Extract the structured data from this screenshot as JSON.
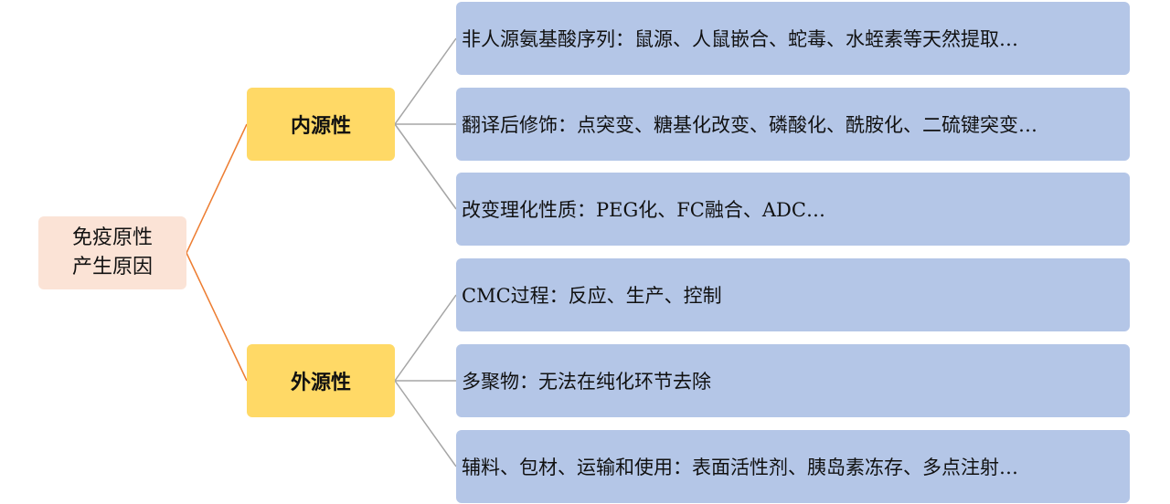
{
  "root": {
    "line1": "免疫原性",
    "line2": "产生原因"
  },
  "categories": [
    {
      "label": "内源性",
      "items": [
        "非人源氨基酸序列：鼠源、人鼠嵌合、蛇毒、水蛭素等天然提取…",
        "翻译后修饰：点突变、糖基化改变、磷酸化、酰胺化、二硫键突变…",
        "改变理化性质：PEG化、FC融合、ADC…"
      ]
    },
    {
      "label": "外源性",
      "items": [
        "CMC过程：反应、生产、控制",
        "多聚物：无法在纯化环节去除",
        "辅料、包材、运输和使用：表面活性剂、胰岛素冻存、多点注射…"
      ]
    }
  ],
  "colors": {
    "root_fill": "#fbe3d6",
    "category_fill": "#ffd966",
    "leaf_fill": "#b4c6e7",
    "root_connector": "#ed7d31",
    "leaf_connector": "#a5a5a5"
  }
}
